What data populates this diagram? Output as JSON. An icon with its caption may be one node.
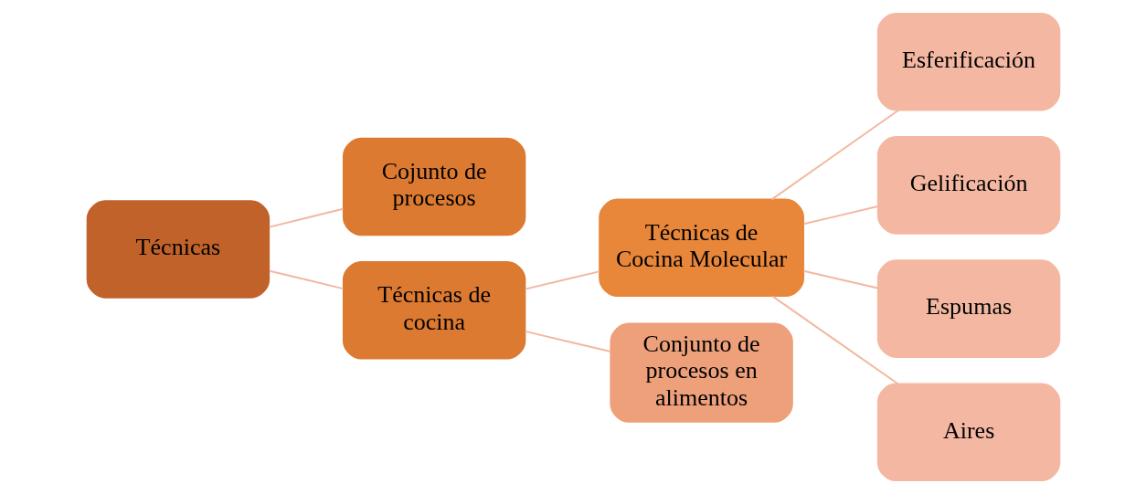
{
  "diagram": {
    "nodes": [
      {
        "text": [
          "Técnicas"
        ]
      },
      {
        "text": [
          "Cojunto de procesos"
        ]
      },
      {
        "text": [
          "Técnicas de cocina"
        ]
      },
      {
        "text": [
          "Técnicas de Cocina Molecular"
        ]
      },
      {
        "text": [
          "Conjunto de procesos en alimentos"
        ]
      },
      {
        "text": [
          "Esferificación"
        ]
      },
      {
        "text": [
          "Gelificación"
        ]
      },
      {
        "text": [
          "Espumas"
        ]
      },
      {
        "text": [
          "Aires"
        ]
      }
    ],
    "edges": [
      {
        "from": 0,
        "to": 1,
        "arrow": "none"
      },
      {
        "from": 0,
        "to": 2,
        "arrow": "none"
      },
      {
        "from": 2,
        "to": 3,
        "arrow": "none"
      },
      {
        "from": 2,
        "to": 4,
        "arrow": "none"
      },
      {
        "from": 3,
        "to": 5,
        "arrow": "none"
      },
      {
        "from": 3,
        "to": 6,
        "arrow": "none"
      },
      {
        "from": 3,
        "to": 7,
        "arrow": "none"
      },
      {
        "from": 3,
        "to": 8,
        "arrow": "none"
      }
    ]
  }
}
